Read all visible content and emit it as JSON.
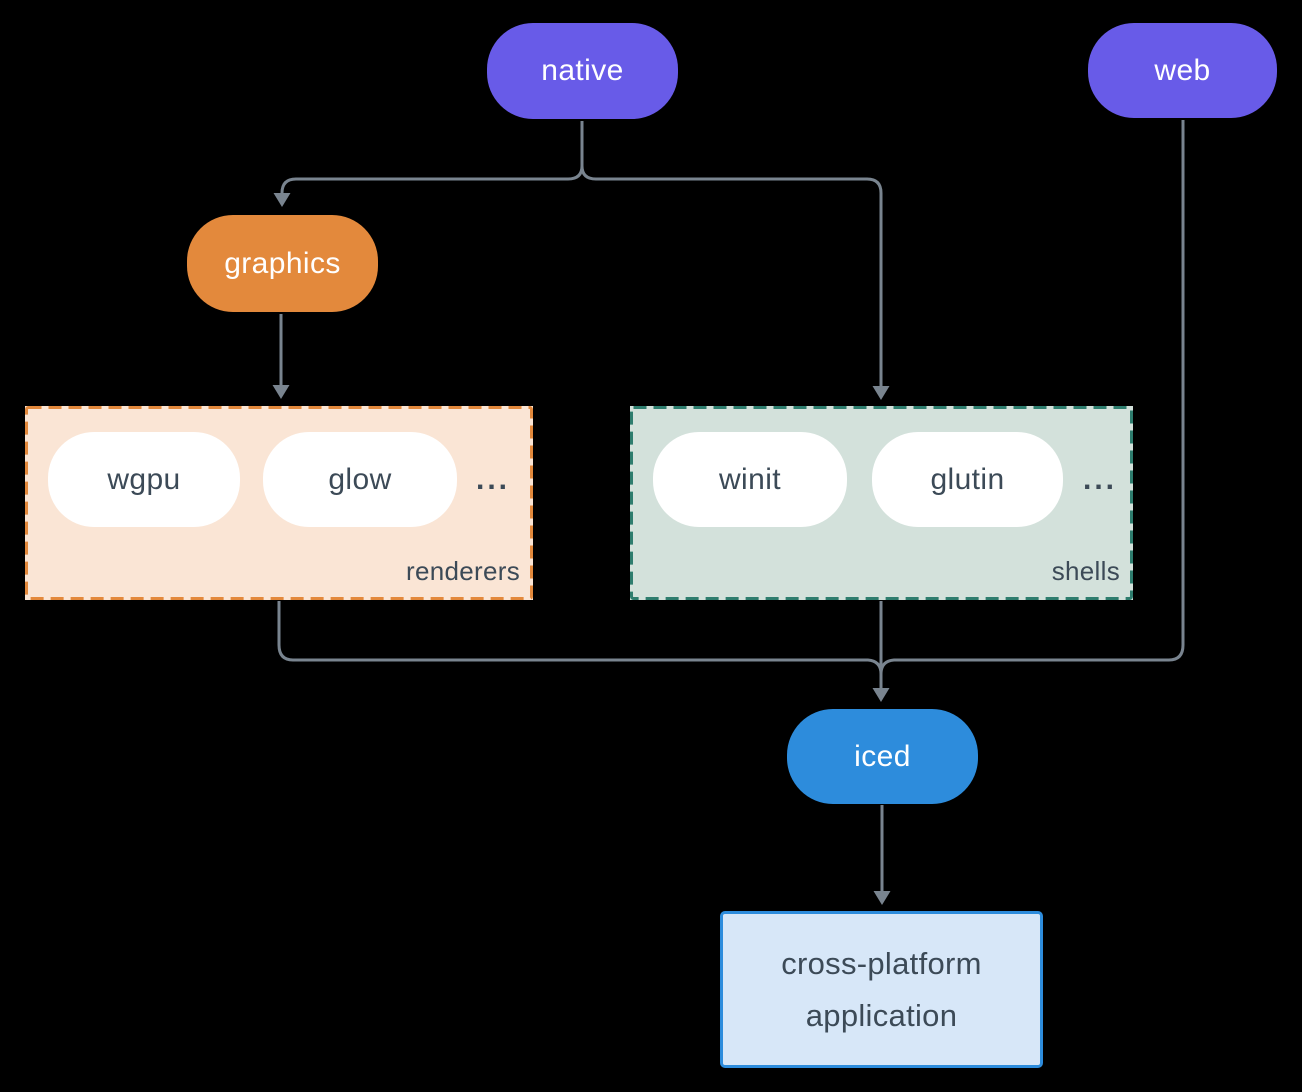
{
  "diagram": {
    "nodes": {
      "native": {
        "label": "native"
      },
      "web": {
        "label": "web"
      },
      "graphics": {
        "label": "graphics"
      },
      "iced": {
        "label": "iced"
      },
      "application": {
        "label_line1": "cross-platform",
        "label_line2": "application"
      }
    },
    "groups": {
      "renderers": {
        "label": "renderers",
        "items": [
          "wgpu",
          "glow"
        ],
        "ellipsis": "..."
      },
      "shells": {
        "label": "shells",
        "items": [
          "winit",
          "glutin"
        ],
        "ellipsis": "..."
      }
    },
    "edges": [
      {
        "from": "native",
        "to": "graphics"
      },
      {
        "from": "native",
        "to": "shells"
      },
      {
        "from": "graphics",
        "to": "renderers"
      },
      {
        "from": "renderers",
        "to": "iced"
      },
      {
        "from": "shells",
        "to": "iced"
      },
      {
        "from": "web",
        "to": "iced"
      },
      {
        "from": "iced",
        "to": "application"
      }
    ],
    "colors": {
      "background": "#000000",
      "purple": "#685BE8",
      "orange": "#E3893C",
      "peach_bg": "#FAE5D5",
      "teal_border": "#2E7D6E",
      "mint_bg": "#D3E1DB",
      "blue": "#2D8CDC",
      "light_blue_bg": "#D7E7F8",
      "connector": "#79848F",
      "dark_text": "#3C4A57",
      "pill_text": "#FFFFFF",
      "white": "#FFFFFF"
    }
  }
}
